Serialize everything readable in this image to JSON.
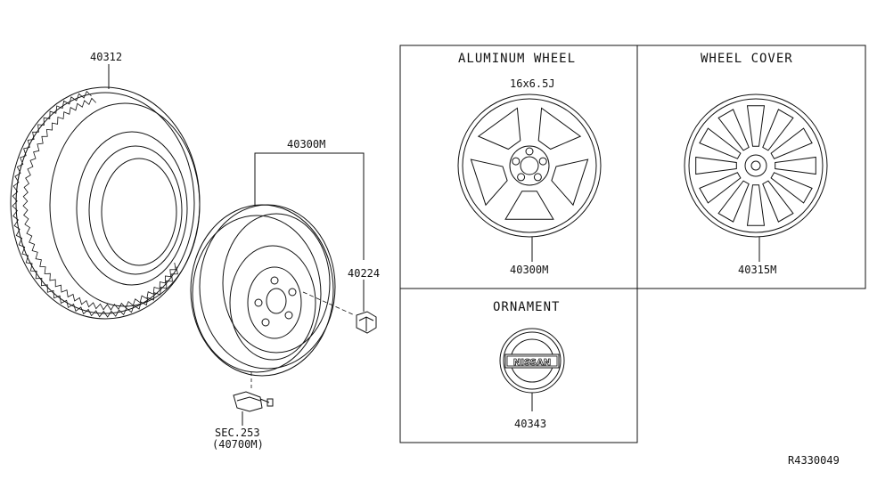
{
  "parts": {
    "tire": "40312",
    "steel_wheel": "40300M",
    "nut": "40224",
    "sensor_sec": "SEC.253",
    "sensor_code": "(40700M)"
  },
  "panels": {
    "aluminum": {
      "title": "ALUMINUM WHEEL",
      "size": "16x6.5J",
      "part": "40300M"
    },
    "cover": {
      "title": "WHEEL COVER",
      "part": "40315M"
    },
    "ornament": {
      "title": "ORNAMENT",
      "part": "40343",
      "logo": "NISSAN"
    }
  },
  "reference": "R4330049"
}
